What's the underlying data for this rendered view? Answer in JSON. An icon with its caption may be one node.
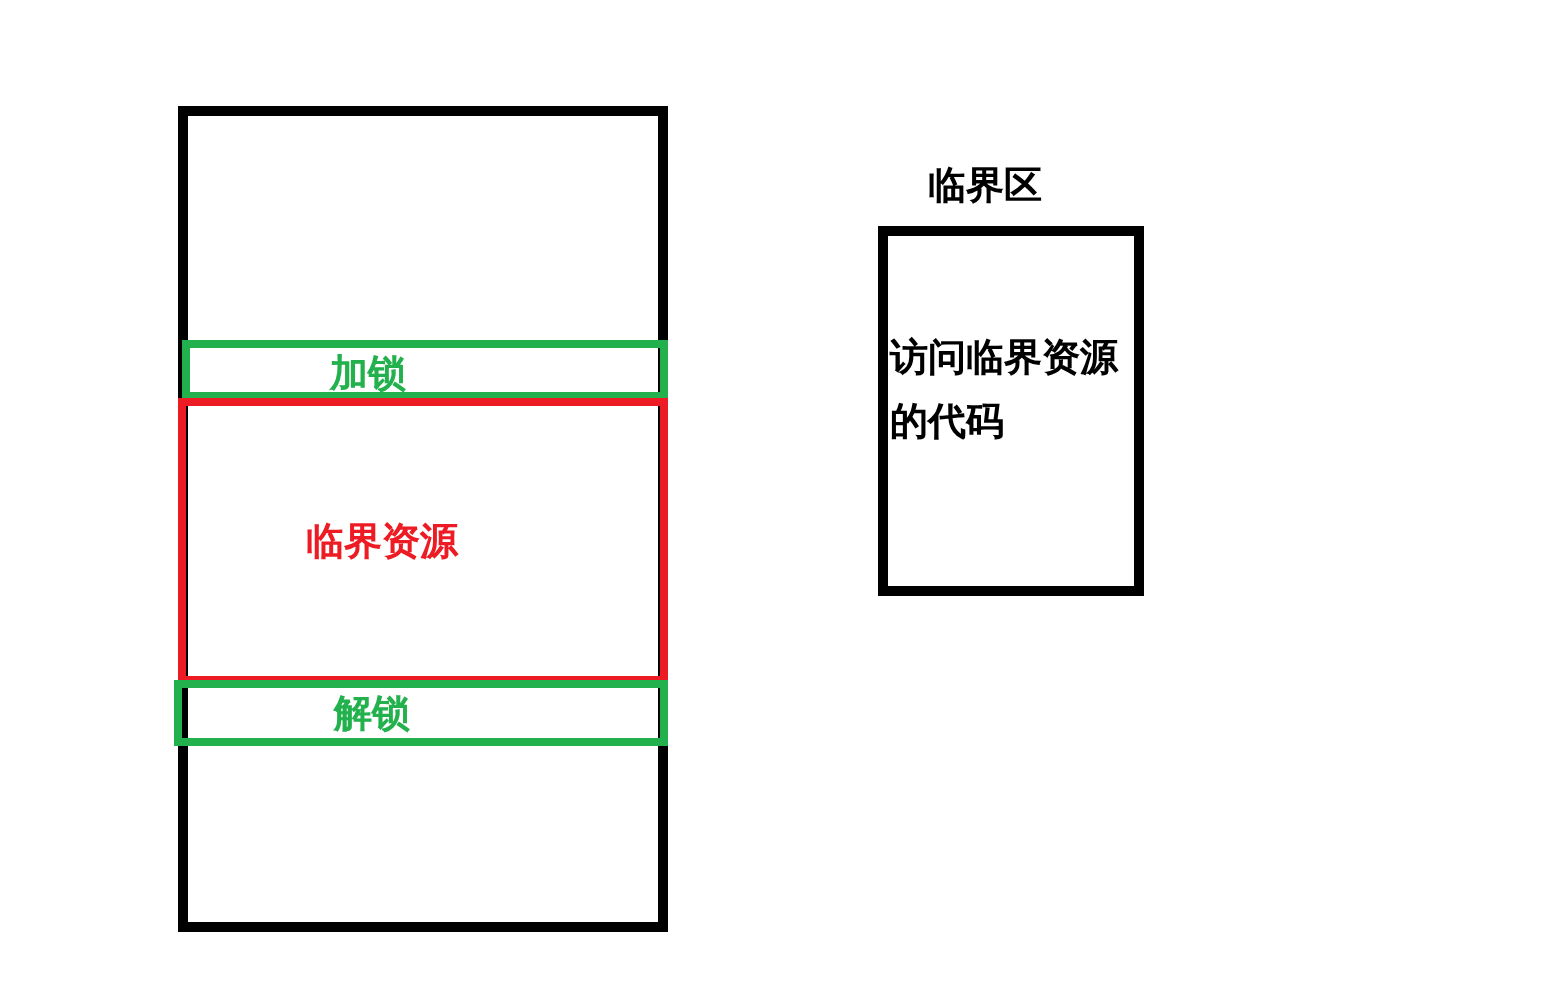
{
  "diagram": {
    "nodes": [
      {
        "text": [],
        "shape": "box"
      },
      {
        "text": [
          "加锁"
        ],
        "in": 0
      },
      {
        "text": [
          "临界资源"
        ],
        "in": 0
      },
      {
        "text": [
          "解锁"
        ],
        "in": 0
      },
      {
        "text": [
          "临界区",
          "访问临界资源的代码"
        ]
      }
    ]
  }
}
